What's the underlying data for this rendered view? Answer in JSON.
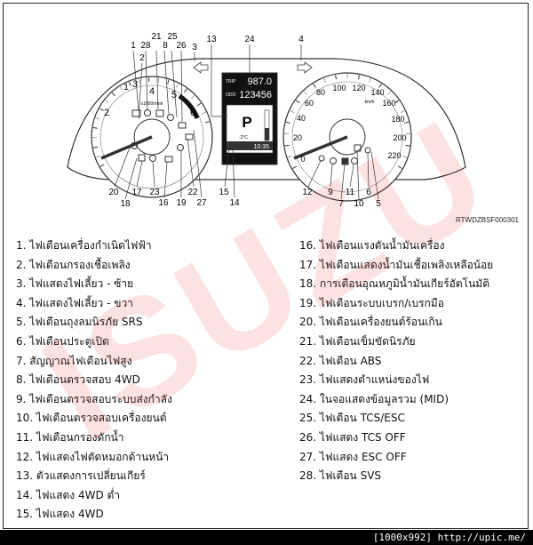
{
  "diagram": {
    "callouts": [
      "1",
      "28",
      "21",
      "8",
      "25",
      "26",
      "2",
      "13",
      "24",
      "4",
      "3",
      "20",
      "18",
      "17",
      "23",
      "16",
      "19",
      "22",
      "27",
      "15",
      "14",
      "12",
      "9",
      "7",
      "11",
      "10",
      "6",
      "5"
    ],
    "left_gauge": {
      "ticks": [
        "1",
        "2",
        "3",
        "4",
        "5",
        "6"
      ],
      "unit": "x1000r/min"
    },
    "right_gauge": {
      "ticks": [
        "0",
        "20",
        "40",
        "60",
        "80",
        "100",
        "120",
        "140",
        "160",
        "180",
        "200",
        "220"
      ],
      "unit": "km/h"
    },
    "display": {
      "trip_label": "TRIP",
      "trip_value": "987.0",
      "odo_label": "ODO",
      "odo_value": "123456",
      "gear": "P",
      "clock": "10:35",
      "temp": "-2°C"
    },
    "image_code": "RTWDZBSF000301"
  },
  "legend": {
    "left": [
      {
        "num": "1.",
        "label": "ไฟเตือนเครื่องกำเนิดไฟฟ้า"
      },
      {
        "num": "2.",
        "label": "ไฟเตือนกรองเชื้อเพลิง"
      },
      {
        "num": "3.",
        "label": "ไฟแสดงไฟเลี้ยว - ซ้าย"
      },
      {
        "num": "4.",
        "label": "ไฟแสดงไฟเลี้ยว - ขวา"
      },
      {
        "num": "5.",
        "label": "ไฟเตือนถุงลมนิรภัย SRS"
      },
      {
        "num": "6.",
        "label": "ไฟเตือนประตูเปิด"
      },
      {
        "num": "7.",
        "label": "สัญญาณไฟเตือนไฟสูง"
      },
      {
        "num": "8.",
        "label": "ไฟเตือนตรวจสอบ 4WD"
      },
      {
        "num": "9.",
        "label": "ไฟเตือนตรวจสอบระบบส่งกำลัง"
      },
      {
        "num": "10.",
        "label": "ไฟเตือนตรวจสอบเครื่องยนต์"
      },
      {
        "num": "11.",
        "label": "ไฟเตือนกรองดักน้ำ"
      },
      {
        "num": "12.",
        "label": "ไฟแสดงไฟตัดหมอกด้านหน้า"
      },
      {
        "num": "13.",
        "label": "ตัวแสดงการเปลี่ยนเกียร์"
      },
      {
        "num": "14.",
        "label": "ไฟแสดง 4WD ต่ำ"
      },
      {
        "num": "15.",
        "label": "ไฟแสดง 4WD"
      }
    ],
    "right": [
      {
        "num": "16.",
        "label": "ไฟเตือนแรงดันน้ำมันเครื่อง"
      },
      {
        "num": "17.",
        "label": "ไฟเตือนแสดงน้ำมันเชื้อเพลิงเหลือน้อย"
      },
      {
        "num": "18.",
        "label": "การเตือนอุณหภูมิน้ำมันเกียร์อัตโนมัติ"
      },
      {
        "num": "19.",
        "label": "ไฟเตือนระบบเบรก/เบรกมือ"
      },
      {
        "num": "20.",
        "label": "ไฟเตือนเครื่องยนต์ร้อนเกิน"
      },
      {
        "num": "21.",
        "label": "ไฟเตือนเข็มขัดนิรภัย"
      },
      {
        "num": "22.",
        "label": "ไฟเตือน ABS"
      },
      {
        "num": "23.",
        "label": "ไฟแสดงตำแหน่งของไฟ"
      },
      {
        "num": "24.",
        "label": "ในจอแสดงข้อมูลรวม (MID)"
      },
      {
        "num": "25.",
        "label": "ไฟเตือน TCS/ESC"
      },
      {
        "num": "26.",
        "label": "ไฟแสดง TCS OFF"
      },
      {
        "num": "27.",
        "label": "ไฟแสดง ESC OFF"
      },
      {
        "num": "28.",
        "label": "ไฟเตือน SVS"
      }
    ]
  },
  "watermark": "ISUZU",
  "footer": "[1000x992] http://upic.me/"
}
